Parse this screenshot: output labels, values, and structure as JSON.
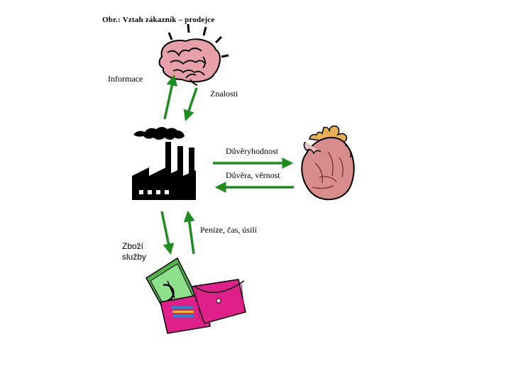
{
  "title": "Obr.: Vztah zákazník – prodejce",
  "labels": {
    "informace": "Informace",
    "znalosti": "Znalosti",
    "duveryhodnost": "Důvěryhodnost",
    "duvera_vernost": "Důvěra, věrnost",
    "penize": "Peníze, čas, úsilí",
    "zbozi_line1": "Zboží",
    "zbozi_line2": "služby"
  },
  "icons": {
    "brain": "brain-icon",
    "factory": "factory-icon",
    "heart": "heart-icon",
    "money": "money-wallet-icon"
  },
  "colors": {
    "arrow": "#1e8c1e",
    "factory": "#000000",
    "brain": "#e8a0a8",
    "heart": "#d9a0a0",
    "wallet": "#e0208a",
    "banknote": "#6fcf6a"
  }
}
